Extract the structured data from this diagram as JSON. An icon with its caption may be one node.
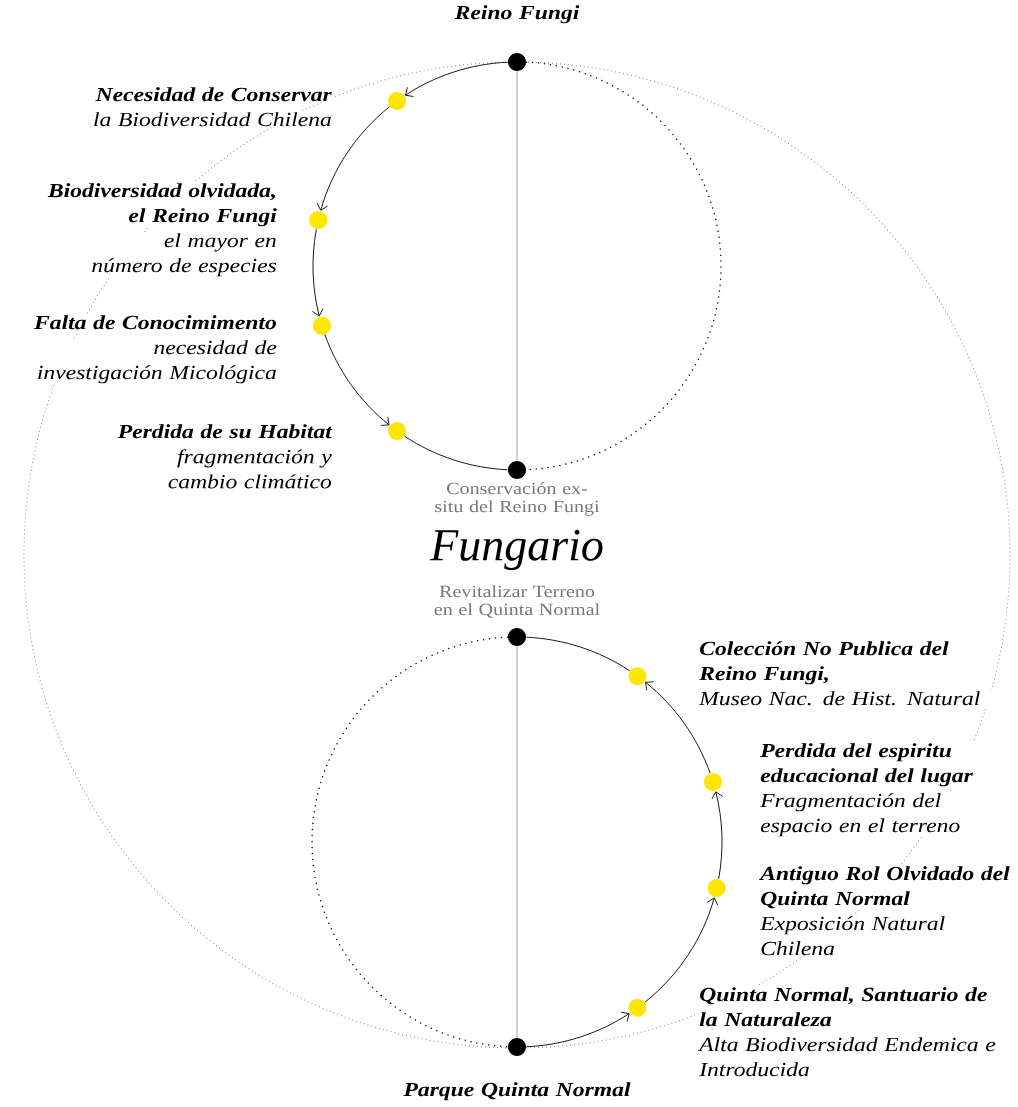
{
  "diagram": {
    "title": "Fungario",
    "nodes": [
      {
        "text": [],
        "shape": "circle",
        "beside": [
          "Reino Fungi"
        ]
      },
      {
        "text": [],
        "shape": "circle",
        "beside": [
          "Necesidad de Conservar",
          "la Biodiversidad Chilena"
        ]
      },
      {
        "text": [],
        "shape": "circle",
        "beside": [
          "Biodiversidad olvidada, el Reino Fungi",
          "el mayor en número de especies"
        ]
      },
      {
        "text": [],
        "shape": "circle",
        "beside": [
          "Falta de Conocimimento",
          "necesidad de investigación Micológica"
        ]
      },
      {
        "text": [],
        "shape": "circle",
        "beside": [
          "Perdida de su Habitat",
          "fragmentación y cambio climático"
        ]
      },
      {
        "text": [],
        "shape": "circle",
        "beside": [
          "Conservación ex-situ del Reino Fungi"
        ]
      },
      {
        "text": [],
        "shape": "circle",
        "beside": [
          "Revitalizar Terreno en el Quinta Normal"
        ]
      },
      {
        "text": [],
        "shape": "circle",
        "beside": [
          "Colección No Publica del Reino Fungi,",
          "Museo Nac. de Hist. Natural"
        ]
      },
      {
        "text": [],
        "shape": "circle",
        "beside": [
          "Perdida del espiritu educacional del lugar",
          "Fragmentación del espacio en el terreno"
        ]
      },
      {
        "text": [],
        "shape": "circle",
        "beside": [
          "Antiguo Rol Olvidado del Quinta Normal",
          "Exposición Natural Chilena"
        ]
      },
      {
        "text": [],
        "shape": "circle",
        "beside": [
          "Quinta Normal, Santuario de la Naturaleza",
          "Alta Biodiversidad Endemica e Introducida"
        ]
      },
      {
        "text": [],
        "shape": "circle",
        "beside": [
          "Parque Quinta Normal"
        ]
      }
    ],
    "edges": [
      {
        "from": 0,
        "to": 1,
        "arrow": "to"
      },
      {
        "from": 1,
        "to": 2,
        "arrow": "to"
      },
      {
        "from": 2,
        "to": 3,
        "arrow": "to"
      },
      {
        "from": 3,
        "to": 4,
        "arrow": "to"
      },
      {
        "from": 4,
        "to": 5,
        "arrow": "none"
      },
      {
        "from": 0,
        "to": 5,
        "arrow": "none",
        "color": "#999999"
      },
      {
        "from": 0,
        "to": 5,
        "arrow": "none",
        "style": "dashed"
      },
      {
        "from": 11,
        "to": 10,
        "arrow": "to"
      },
      {
        "from": 10,
        "to": 9,
        "arrow": "to"
      },
      {
        "from": 9,
        "to": 8,
        "arrow": "to"
      },
      {
        "from": 8,
        "to": 7,
        "arrow": "to"
      },
      {
        "from": 7,
        "to": 6,
        "arrow": "none"
      },
      {
        "from": 6,
        "to": 11,
        "arrow": "none",
        "color": "#999999"
      },
      {
        "from": 6,
        "to": 11,
        "arrow": "none",
        "style": "dashed"
      },
      {
        "from": 0,
        "to": 11,
        "arrow": "none",
        "style": "dashed"
      },
      {
        "from": 11,
        "to": 0,
        "arrow": "none",
        "style": "dashed"
      }
    ]
  }
}
